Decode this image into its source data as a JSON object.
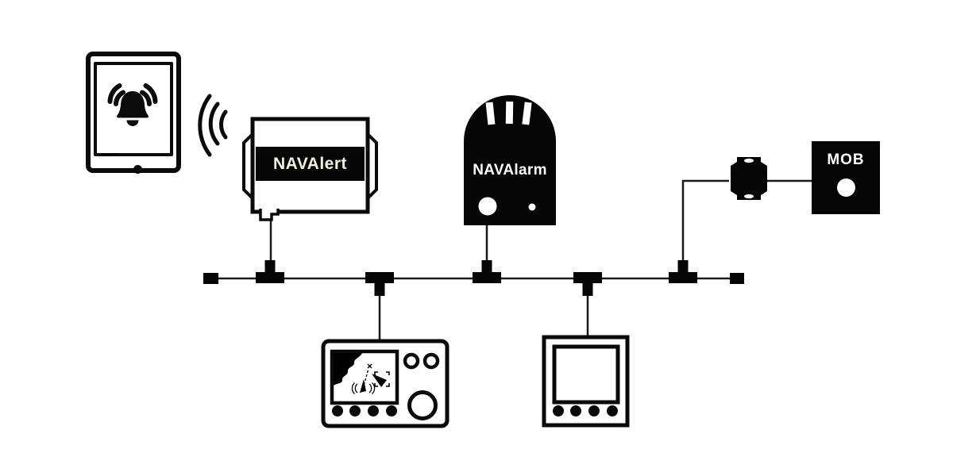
{
  "diagram": {
    "background_color": "#ffffff",
    "wire_color": "#1a1a1a",
    "device_color": "#050505",
    "devices": {
      "tablet": {
        "icon": "tablet-alarm-bell-icon"
      },
      "wireless": {
        "icon": "wireless-signal-icon"
      },
      "navalert": {
        "label": "NAVAlert",
        "label_color": "#f5f1dd"
      },
      "navalarm": {
        "label": "NAVAlarm",
        "label_color": "#fcfcfc"
      },
      "mob": {
        "label": "MOB",
        "label_color": "#ffffff"
      },
      "junction_box": {
        "icon": "junction-box-icon"
      },
      "chartplotter": {
        "icon": "chartplotter-display-icon"
      },
      "instrument_display": {
        "icon": "instrument-display-icon"
      }
    },
    "network": {
      "terminator_count": 2,
      "tee_connector_count": 5
    }
  }
}
